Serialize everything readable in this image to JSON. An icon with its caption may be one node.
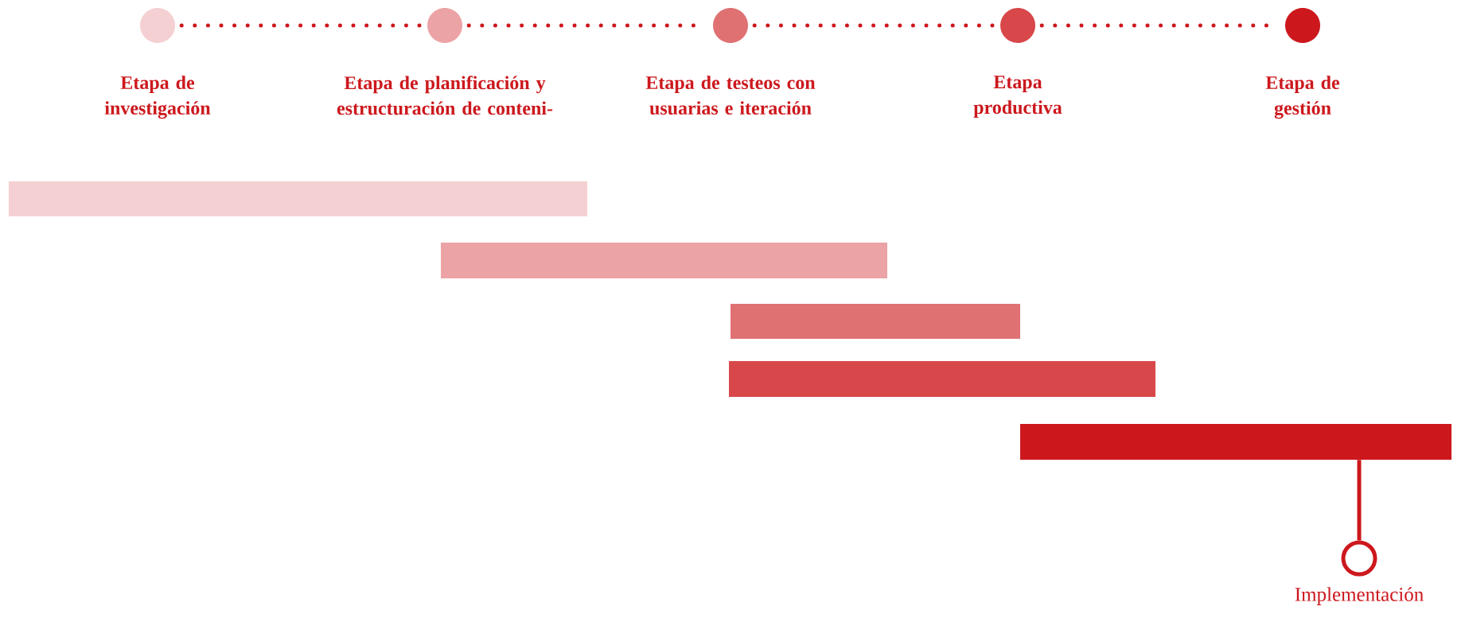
{
  "diagram": {
    "nodes": [
      {
        "text": [
          "Etapa de investigación"
        ]
      },
      {
        "text": [
          "Etapa de planificación y estructuración de conteni-"
        ]
      },
      {
        "text": [
          "Etapa de testeos con usuarias e iteración"
        ]
      },
      {
        "text": [
          "Etapa productiva"
        ]
      },
      {
        "text": [
          "Etapa de gestión"
        ]
      },
      {
        "text": [],
        "shape": "bar"
      },
      {
        "text": [],
        "shape": "bar"
      },
      {
        "text": [],
        "shape": "bar"
      },
      {
        "text": [],
        "shape": "bar"
      },
      {
        "text": [],
        "shape": "bar"
      },
      {
        "text": [
          "Implementación"
        ]
      }
    ],
    "edges": [
      {
        "from": 0,
        "to": 1,
        "arrow": "none",
        "style": "dashed"
      },
      {
        "from": 1,
        "to": 2,
        "arrow": "none",
        "style": "dashed"
      },
      {
        "from": 2,
        "to": 3,
        "arrow": "none",
        "style": "dashed"
      },
      {
        "from": 3,
        "to": 4,
        "arrow": "none",
        "style": "dashed"
      },
      {
        "from": 9,
        "to": 10,
        "arrow": "none"
      }
    ]
  }
}
